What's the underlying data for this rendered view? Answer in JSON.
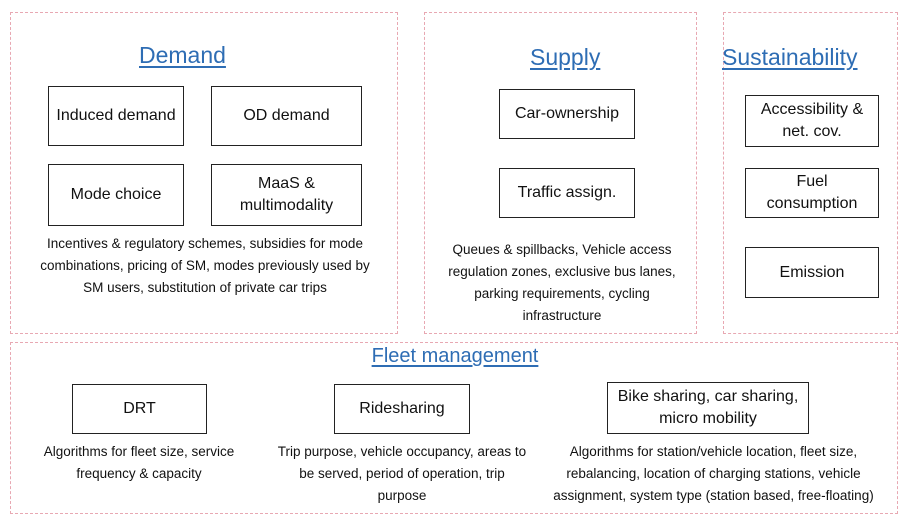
{
  "demand": {
    "heading": "Demand",
    "boxes": [
      "Induced demand",
      "OD demand",
      "Mode choice",
      "MaaS & multimodality"
    ],
    "description": "Incentives & regulatory schemes, subsidies for mode combinations, pricing of SM, modes previously used by SM users, substitution of private car trips"
  },
  "supply": {
    "heading": "Supply",
    "boxes": [
      "Car-ownership",
      "Traffic assign."
    ],
    "description": "Queues & spillbacks, Vehicle access regulation zones, exclusive bus lanes, parking requirements, cycling infrastructure"
  },
  "sustainability": {
    "heading": "Sustainability",
    "boxes": [
      "Accessibility & net. cov.",
      "Fuel consumption",
      "Emission"
    ]
  },
  "fleet": {
    "heading": "Fleet management",
    "items": [
      {
        "box": "DRT",
        "description": "Algorithms for fleet size, service frequency & capacity"
      },
      {
        "box": "Ridesharing",
        "description": "Trip purpose, vehicle occupancy, areas to be served, period of operation, trip purpose"
      },
      {
        "box": "Bike sharing, car sharing, micro mobility",
        "description": "Algorithms for station/vehicle location, fleet size, rebalancing, location of charging stations, vehicle assignment, system type (station based, free-floating)"
      }
    ]
  },
  "colors": {
    "heading": "#2e6db4",
    "panel_border": "#e8a8b2",
    "box_border": "#222222"
  }
}
